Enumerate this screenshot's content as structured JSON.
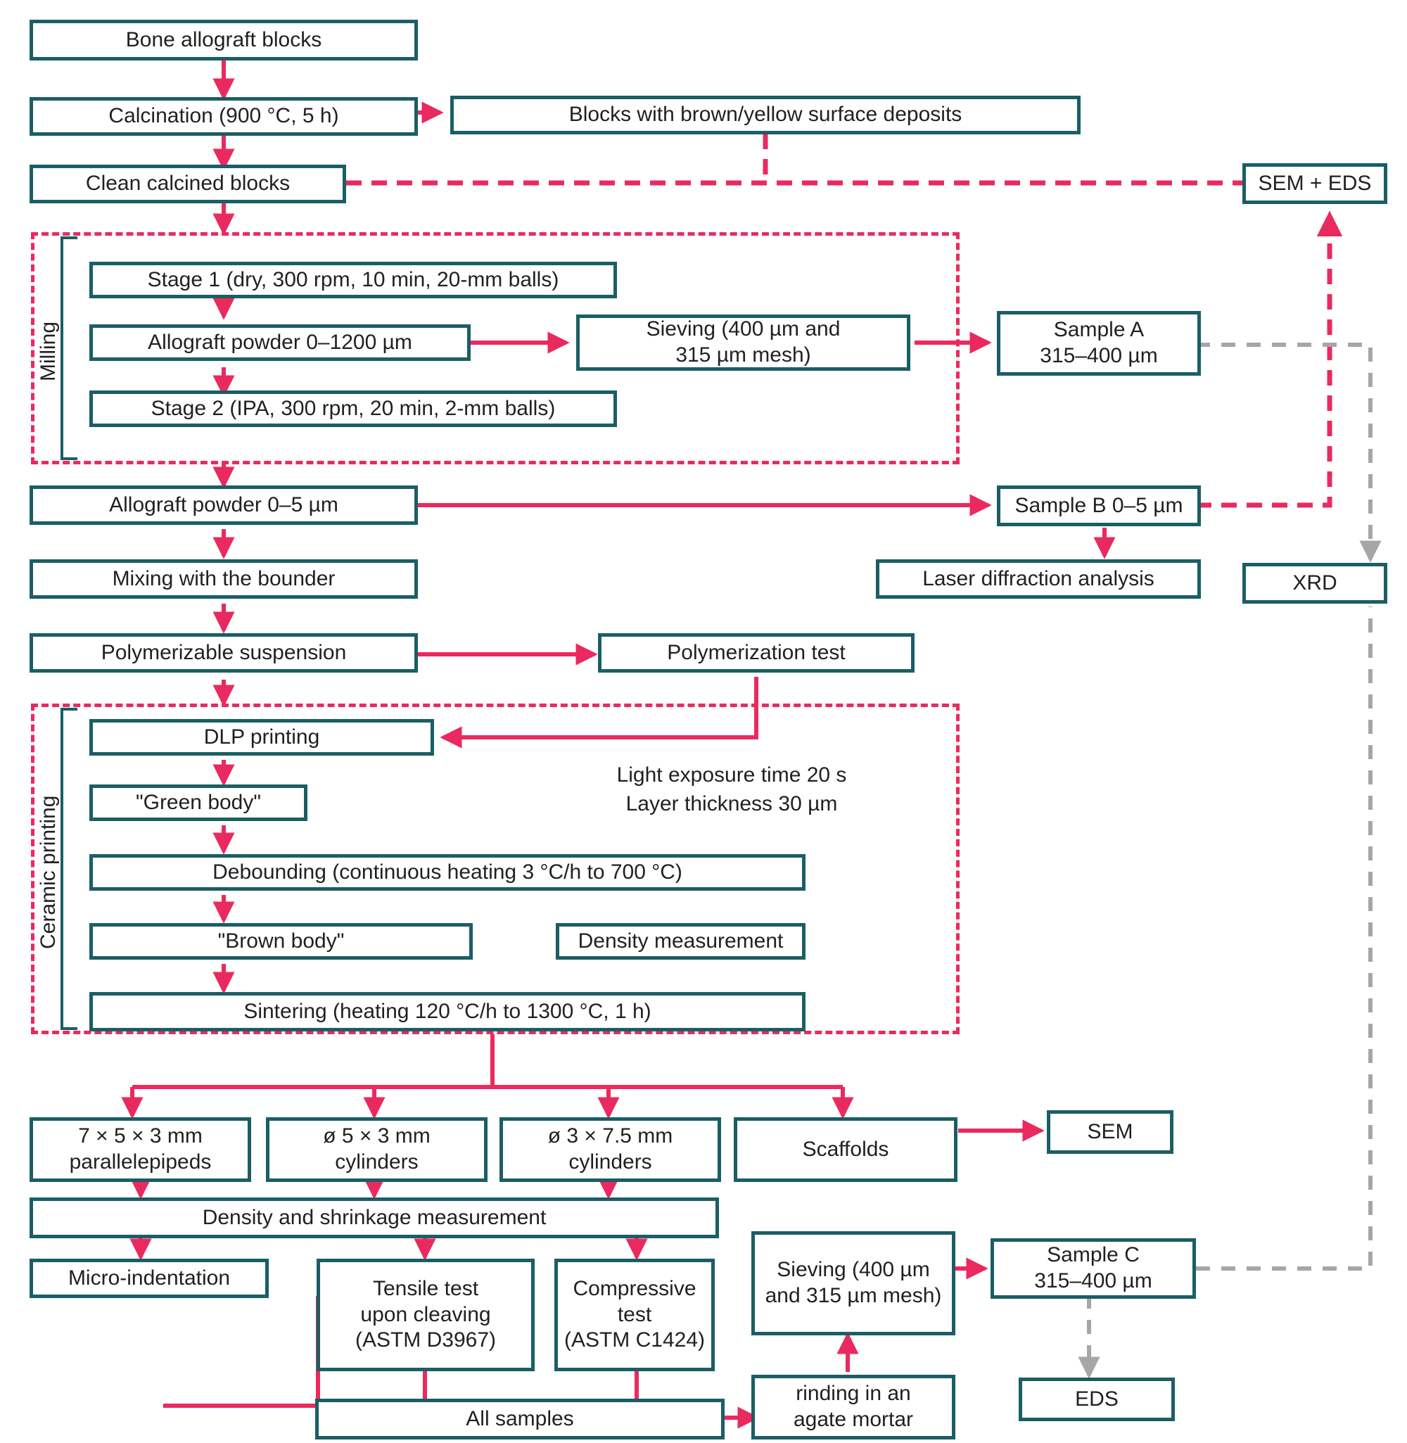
{
  "diagram": {
    "title": "Bone allograft ceramic processing workflow",
    "colors": {
      "box_border": "#1b5e66",
      "flow_arrow": "#ea2a5f",
      "analysis_dashed": "#ea2a5f",
      "secondary_dashed": "#a6a6a6",
      "text": "#231f20",
      "background": "#ffffff"
    },
    "groups": [
      {
        "id": "milling",
        "label": "Milling"
      },
      {
        "id": "ceramic-printing",
        "label": "Ceramic printing"
      }
    ],
    "annotations": [
      {
        "id": "printing-params",
        "text": "Light exposure time 20 s\nLayer thickness 30 µm"
      }
    ],
    "nodes": [
      {
        "id": "bone-allograft-blocks",
        "label": "Bone allograft blocks"
      },
      {
        "id": "calcination",
        "label": "Calcination (900 °C, 5 h)"
      },
      {
        "id": "blocks-with-deposits",
        "label": "Blocks with brown/yellow surface deposits"
      },
      {
        "id": "clean-calcined-blocks",
        "label": "Clean calcined blocks"
      },
      {
        "id": "sem-eds",
        "label": "SEM + EDS"
      },
      {
        "id": "stage-1",
        "label": "Stage 1 (dry, 300 rpm, 10 min, 20-mm balls)"
      },
      {
        "id": "allograft-powder-1200",
        "label": "Allograft powder 0–1200 µm"
      },
      {
        "id": "stage-2",
        "label": "Stage 2 (IPA, 300 rpm, 20 min, 2-mm balls)"
      },
      {
        "id": "sieving-1",
        "label": "Sieving (400 µm and\n315 µm mesh)"
      },
      {
        "id": "sample-a",
        "label": "Sample A\n315–400 µm"
      },
      {
        "id": "allograft-powder-5",
        "label": "Allograft powder 0–5 µm"
      },
      {
        "id": "sample-b",
        "label": "Sample B 0–5 µm"
      },
      {
        "id": "mixing-bounder",
        "label": "Mixing with the bounder"
      },
      {
        "id": "laser-diffraction",
        "label": "Laser diffraction analysis"
      },
      {
        "id": "xrd",
        "label": "XRD"
      },
      {
        "id": "polymerizable-suspension",
        "label": "Polymerizable suspension"
      },
      {
        "id": "polymerization-test",
        "label": "Polymerization test"
      },
      {
        "id": "dlp-printing",
        "label": "DLP printing"
      },
      {
        "id": "green-body",
        "label": "\"Green body\""
      },
      {
        "id": "debounding",
        "label": "Debounding (continuous heating 3 °C/h to 700 °C)"
      },
      {
        "id": "brown-body",
        "label": "\"Brown body\""
      },
      {
        "id": "density-measurement",
        "label": "Density measurement"
      },
      {
        "id": "sintering",
        "label": "Sintering (heating 120 °C/h to 1300 °C, 1 h)"
      },
      {
        "id": "parallelepipeds",
        "label": "7 × 5 × 3 mm\nparallelepipeds"
      },
      {
        "id": "cylinders-5x3",
        "label": "ø 5 × 3 mm\ncylinders"
      },
      {
        "id": "cylinders-3x75",
        "label": "ø 3 × 7.5 mm\ncylinders"
      },
      {
        "id": "scaffolds",
        "label": "Scaffolds"
      },
      {
        "id": "sem",
        "label": "SEM"
      },
      {
        "id": "density-shrinkage",
        "label": "Density and shrinkage measurement"
      },
      {
        "id": "micro-indentation",
        "label": "Micro-indentation"
      },
      {
        "id": "tensile-test",
        "label": "Tensile test\nupon cleaving\n(ASTM D3967)"
      },
      {
        "id": "compressive-test",
        "label": "Compressive\ntest\n(ASTM C1424)"
      },
      {
        "id": "sieving-2",
        "label": "Sieving (400 µm\nand 315 µm mesh)"
      },
      {
        "id": "sample-c",
        "label": "Sample C\n315–400 µm"
      },
      {
        "id": "all-samples",
        "label": "All samples"
      },
      {
        "id": "grinding-agate",
        "label": "rinding in an\nagate mortar"
      },
      {
        "id": "eds",
        "label": "EDS"
      }
    ]
  }
}
